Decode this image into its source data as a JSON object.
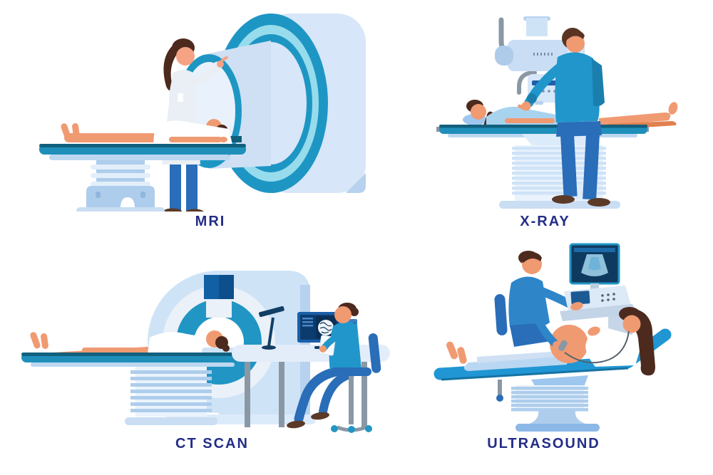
{
  "panels": [
    {
      "id": "mri",
      "label": "MRI"
    },
    {
      "id": "xray",
      "label": "X-RAY"
    },
    {
      "id": "ct",
      "label": "CT SCAN"
    },
    {
      "id": "ultrasound",
      "label": "ULTRASOUND"
    }
  ],
  "palette": {
    "background": "#ffffff",
    "label_text": "#232d87",
    "teal_ring": "#1e96c4",
    "light_cyan": "#97dcec",
    "machine_blue": "#d7e6f8",
    "machine_blue_dark": "#b7d2ee",
    "table_teal": "#1f8fba",
    "table_teal_dark": "#11607e",
    "scrub_teal": "#2196cb",
    "scrub_blue": "#2e86c9",
    "pants_blue": "#2a6db8",
    "chair_blue": "#2196d4",
    "skin": "#f09a72",
    "hair_brown": "#4d2a1e",
    "coat_white": "#e9eff5",
    "screen_navy": "#0c3c6e",
    "metal_gray": "#8a98a5",
    "shoe_brown": "#5b3a28"
  }
}
